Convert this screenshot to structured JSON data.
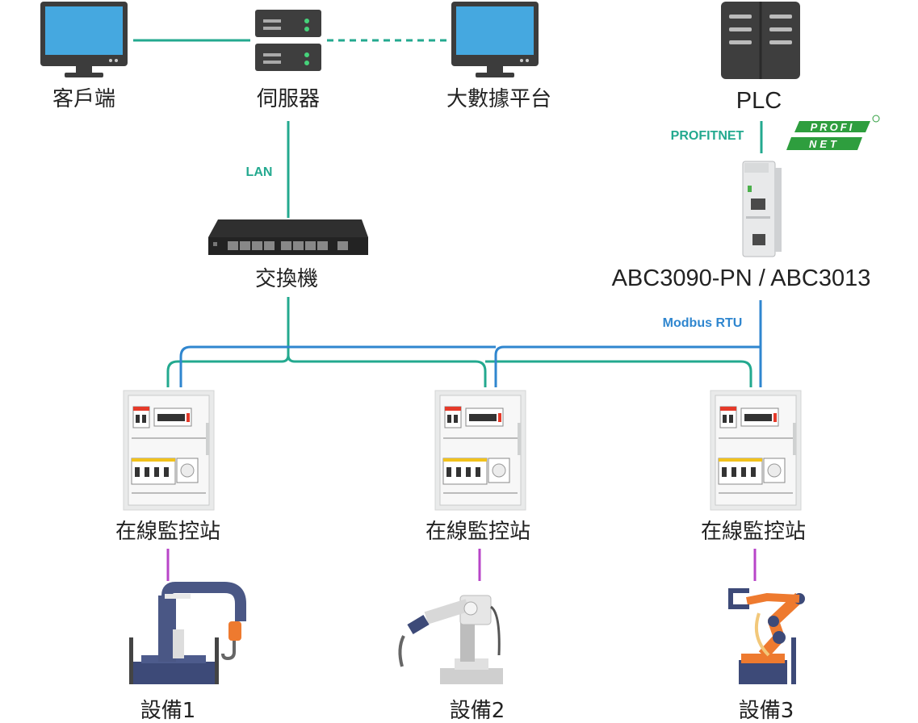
{
  "nodes": {
    "client": "客戶端",
    "server": "伺服器",
    "bigdata": "大數據平台",
    "plc": "PLC",
    "switch": "交換機",
    "gateway": "ABC3090-PN / ABC3013",
    "stations": [
      "在線監控站",
      "在線監控站",
      "在線監控站"
    ],
    "devices": [
      "設備1",
      "設備2",
      "設備3"
    ]
  },
  "links": {
    "lan": "LAN",
    "profinet": "PROFITNET",
    "modbus": "Modbus RTU"
  },
  "logo": {
    "line1": "PROFI",
    "line2": "NET"
  },
  "colors": {
    "lan_line": "#23a98f",
    "modbus_line": "#2f86cf",
    "device_line": "#b845c8",
    "monitor_screen": "#45a8e0",
    "dark": "#3a3a3a"
  }
}
